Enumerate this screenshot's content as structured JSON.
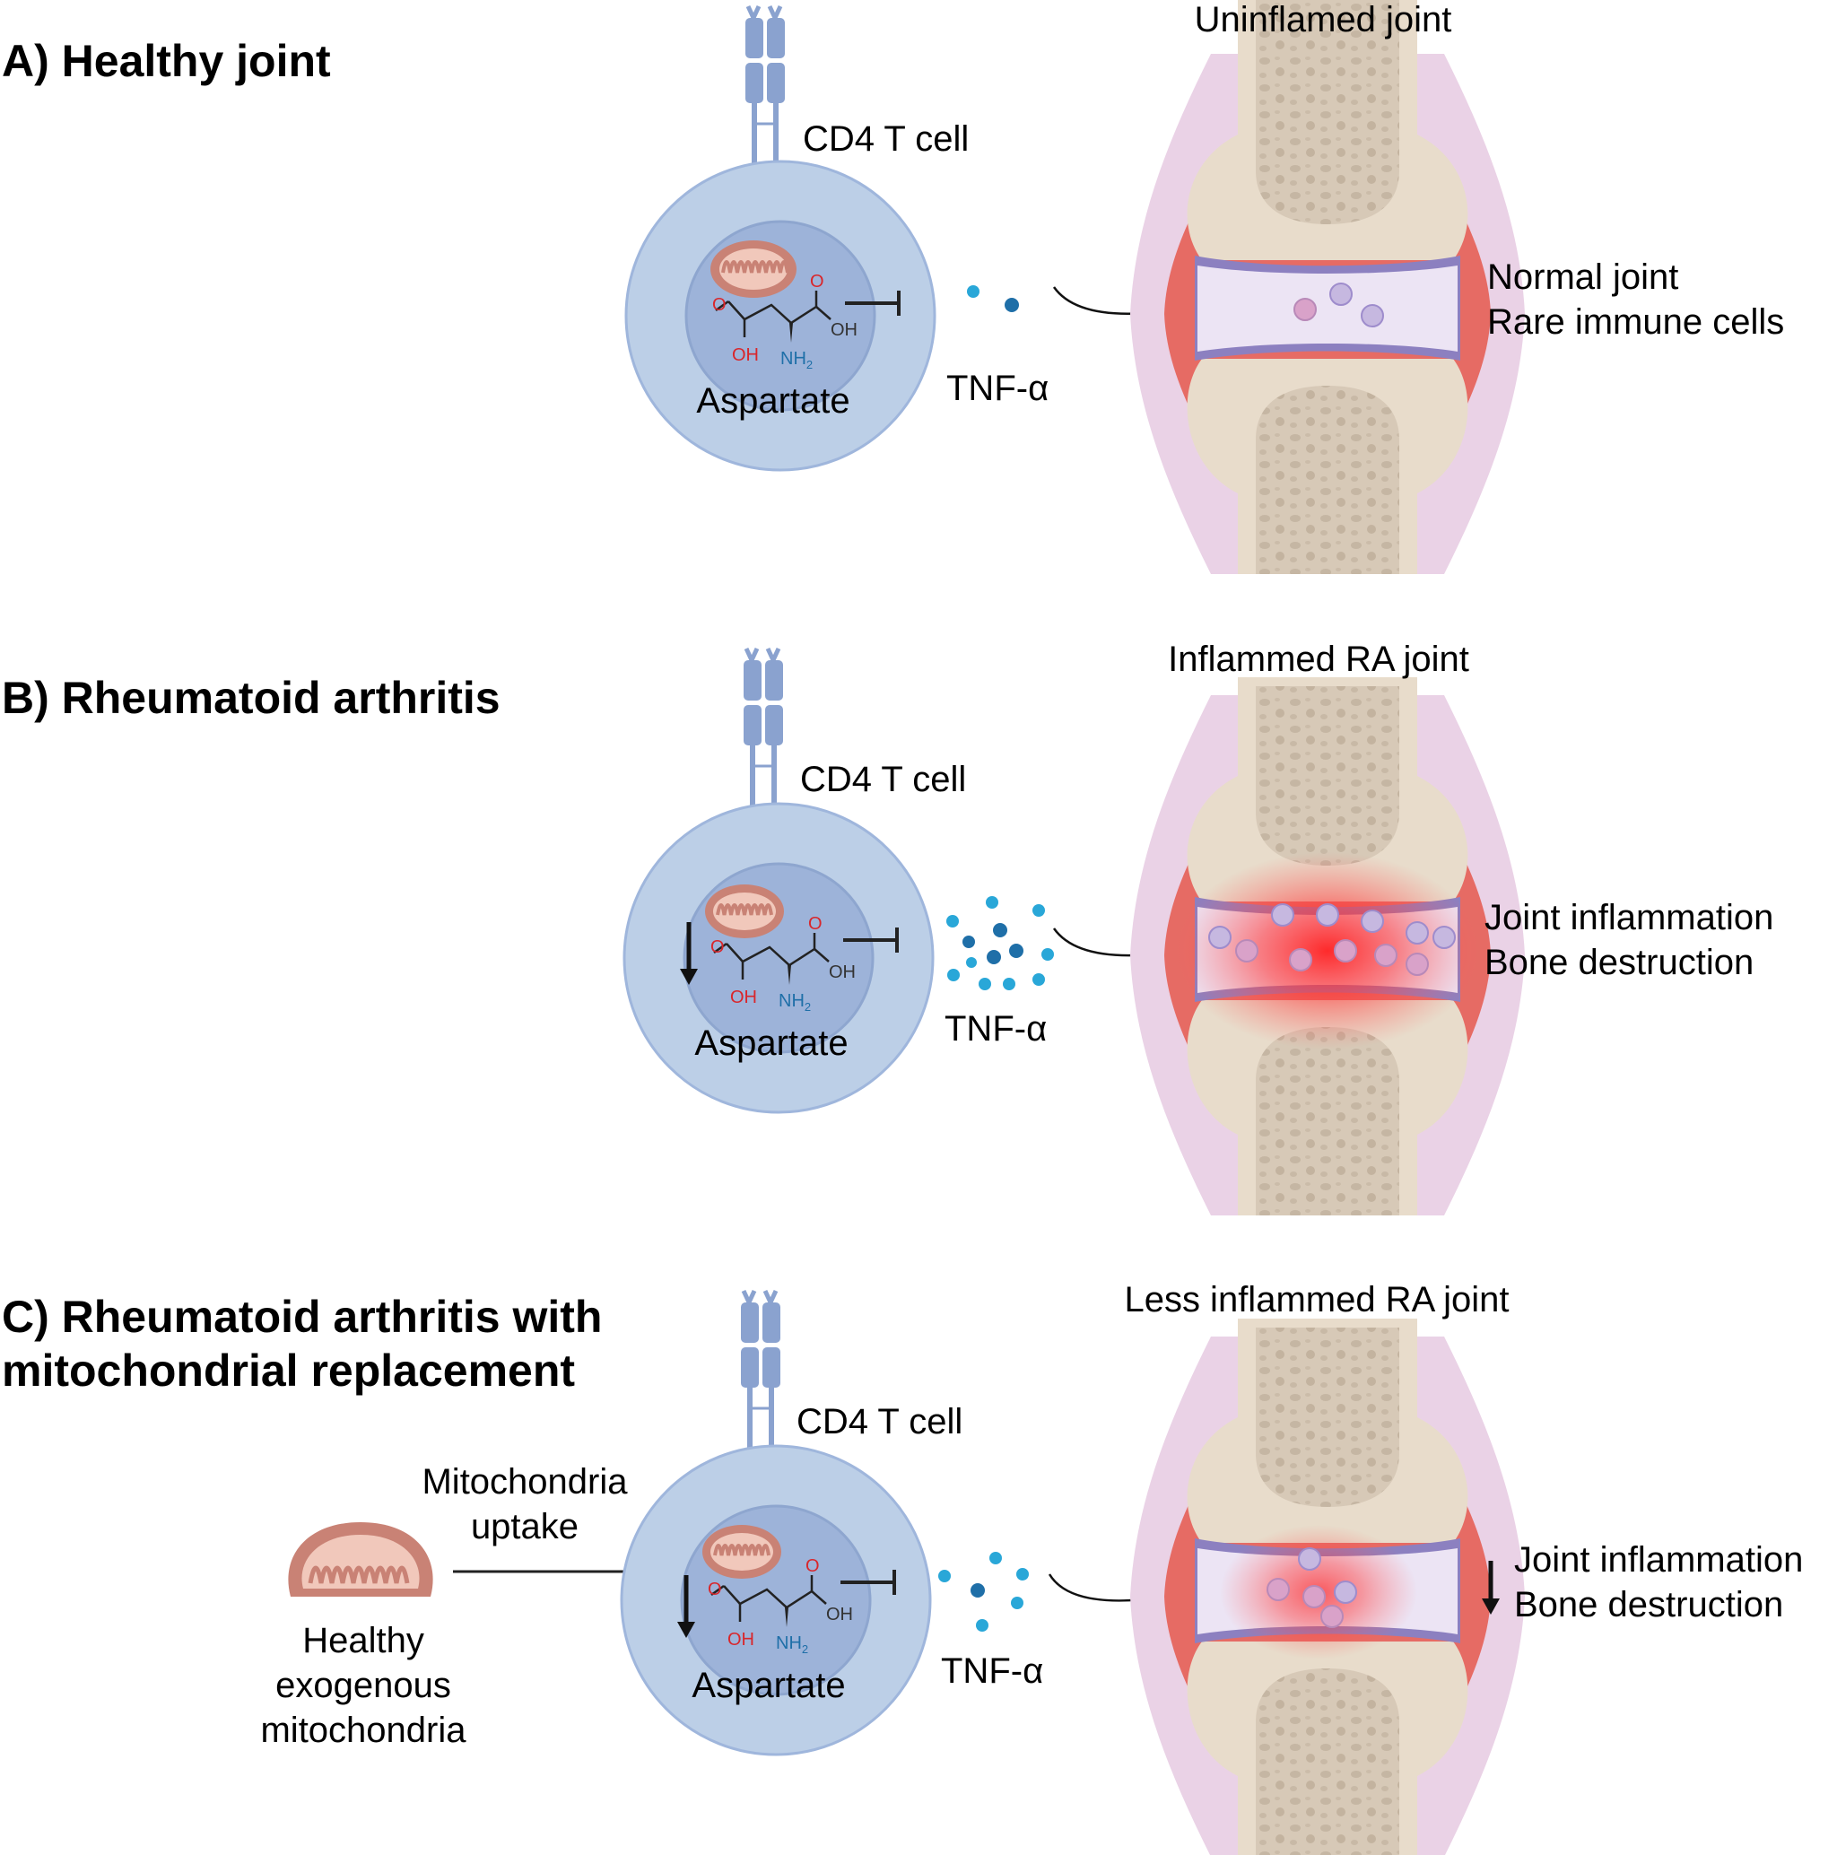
{
  "colors": {
    "cell_outer": "#bccfe7",
    "cell_inner": "#99b0d6",
    "cell_stroke": "#8ea6cf",
    "receptor": "#8aa2cf",
    "mito": "#c98275",
    "mito_inner": "#f1c8bb",
    "tnf": "#29a7d8",
    "tnf_dark": "#1f6fa8",
    "bone_shaft": "#e8dccb",
    "bone_core": "#cdbfae",
    "capsule": "#e8cfe3",
    "synovium": "#e66b64",
    "cartilage": "#8c80c0",
    "joint_space": "#ece4f4",
    "inflammation": "#ff3030"
  },
  "panels": [
    {
      "heading": [
        "A)  Healthy joint"
      ],
      "cell_label": "CD4 T cell",
      "metabolite": "Aspartate",
      "chem": {
        "o1": "O",
        "oh1": "OH",
        "o2": "O",
        "oh2": "OH",
        "nh2": "NH",
        "sub2": "2"
      },
      "cytokine": "TNF-α",
      "joint_title": "Uninflamed joint",
      "joint_desc": [
        "Normal joint",
        "Rare immune cells"
      ],
      "down_arrow_cell": false,
      "down_arrow_desc": false,
      "inflammation_level": 0
    },
    {
      "heading": [
        "B)  Rheumatoid arthritis"
      ],
      "cell_label": "CD4 T cell",
      "metabolite": "Aspartate",
      "chem": {
        "o1": "O",
        "oh1": "OH",
        "o2": "O",
        "oh2": "OH",
        "nh2": "NH",
        "sub2": "2"
      },
      "cytokine": "TNF-α",
      "joint_title": "Inflammed RA joint",
      "joint_desc": [
        "Joint inflammation",
        "Bone destruction"
      ],
      "down_arrow_cell": true,
      "down_arrow_desc": false,
      "inflammation_level": 1
    },
    {
      "heading": [
        "C)  Rheumatoid arthritis with",
        "mitochondrial replacement"
      ],
      "cell_label": "CD4 T cell",
      "metabolite": "Aspartate",
      "chem": {
        "o1": "O",
        "oh1": "OH",
        "o2": "O",
        "oh2": "OH",
        "nh2": "NH",
        "sub2": "2"
      },
      "cytokine": "TNF-α",
      "joint_title": "Less inflammed RA joint",
      "joint_desc": [
        "Joint inflammation",
        "Bone destruction"
      ],
      "down_arrow_cell": true,
      "down_arrow_desc": true,
      "inflammation_level": 0.5,
      "uptake_label": [
        "Mitochondria",
        "uptake"
      ],
      "exo_label": [
        "Healthy",
        "exogenous",
        "mitochondria"
      ]
    }
  ]
}
